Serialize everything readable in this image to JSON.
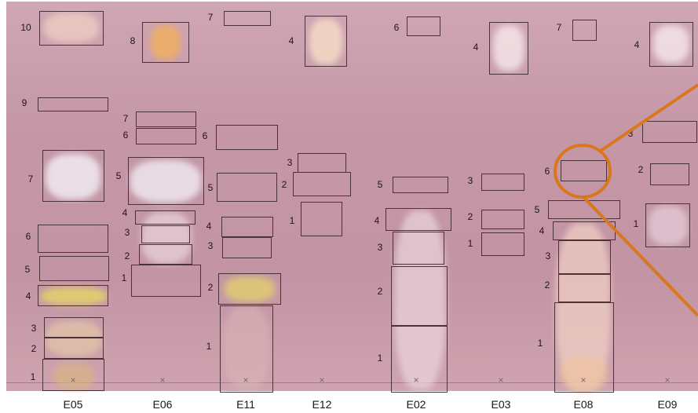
{
  "lanes": [
    {
      "label": "E05",
      "marker": "×",
      "boxes": [
        "10",
        "9",
        "7",
        "6",
        "5",
        "4",
        "3",
        "2",
        "1"
      ]
    },
    {
      "label": "E06",
      "marker": "×",
      "boxes": [
        "8",
        "7",
        "6",
        "5",
        "4",
        "3",
        "2",
        "1"
      ]
    },
    {
      "label": "E11",
      "marker": "×",
      "boxes": [
        "7",
        "6",
        "5",
        "4",
        "3",
        "2",
        "1"
      ]
    },
    {
      "label": "E12",
      "marker": "×",
      "boxes": [
        "4",
        "3",
        "2",
        "1"
      ]
    },
    {
      "label": "E02",
      "marker": "×",
      "boxes": [
        "6",
        "5",
        "4",
        "3",
        "2",
        "1"
      ]
    },
    {
      "label": "E03",
      "marker": "×",
      "boxes": [
        "4",
        "3",
        "2",
        "1"
      ]
    },
    {
      "label": "E08",
      "marker": "×",
      "boxes": [
        "7",
        "6",
        "5",
        "4",
        "3",
        "2",
        "1"
      ]
    },
    {
      "label": "E09",
      "marker": "×",
      "boxes": [
        "4",
        "3",
        "2",
        "1"
      ]
    }
  ],
  "colors": {
    "plate": "#c496a6",
    "box_border": "#4a3236",
    "highlight": "#d9771c",
    "yellow_band": "#e3d36a",
    "orange_spot": "#f0b060",
    "pale_spot": "#f1ecf2"
  }
}
